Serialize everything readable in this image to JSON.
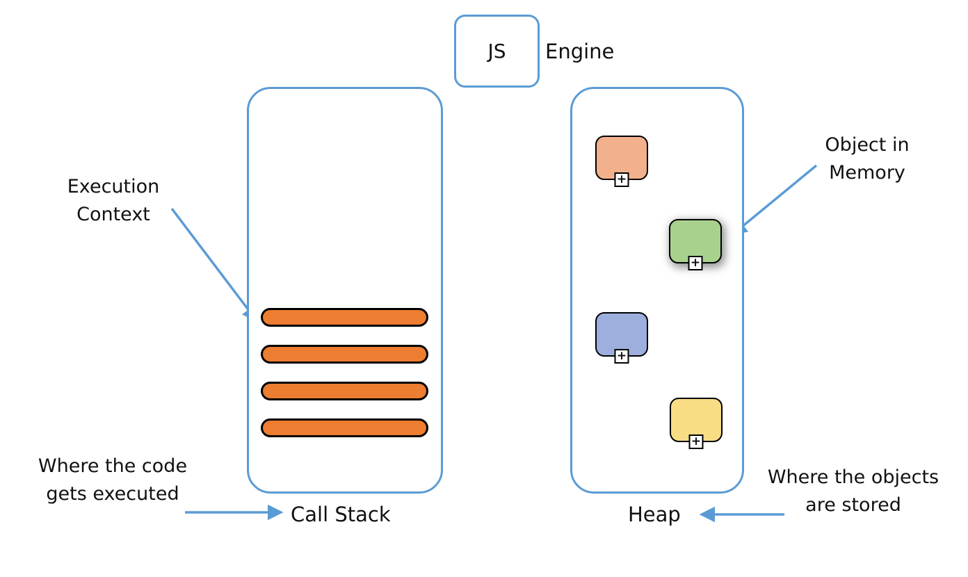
{
  "engine": {
    "box_label": "JS",
    "label": "Engine"
  },
  "call_stack": {
    "label": "Call Stack",
    "bar_color": "#ed7d31",
    "bar_count": 4
  },
  "heap": {
    "label": "Heap",
    "plus_icon": "+",
    "objects": [
      {
        "name": "object-salmon",
        "color": "#f2b18c"
      },
      {
        "name": "object-green",
        "color": "#a9d18e"
      },
      {
        "name": "object-blue",
        "color": "#9dafdd"
      },
      {
        "name": "object-yellow",
        "color": "#f9dd84"
      }
    ]
  },
  "annotations": {
    "execution_context": "Execution\nContext",
    "where_code": "Where the code\ngets executed",
    "object_in_memory": "Object in\nMemory",
    "where_objects": "Where the objects\nare stored"
  },
  "colors": {
    "accent_blue": "#5b9bd5",
    "outline_black": "#000000"
  }
}
